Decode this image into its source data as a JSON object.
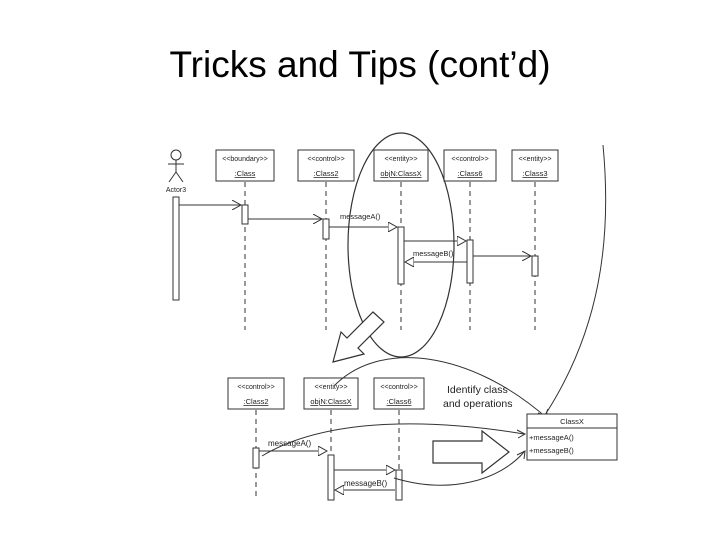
{
  "slide": {
    "title": "Tricks and Tips (cont’d)"
  },
  "upper": {
    "actor": {
      "name": "Actor3"
    },
    "lifelines": [
      {
        "stereotype": "<<boundary>>",
        "name": ":Class"
      },
      {
        "stereotype": "<<control>>",
        "name": ":Class2"
      },
      {
        "stereotype": "<<entity>>",
        "name": "objN:ClassX"
      },
      {
        "stereotype": "<<control>>",
        "name": ":Class6"
      },
      {
        "stereotype": "<<entity>>",
        "name": ":Class3"
      }
    ],
    "messages": [
      "messageA()",
      "messageB()"
    ]
  },
  "lower": {
    "lifelines": [
      {
        "stereotype": "<<control>>",
        "name": ":Class2"
      },
      {
        "stereotype": "<<entity>>",
        "name": "objN:ClassX"
      },
      {
        "stereotype": "<<control>>",
        "name": ":Class6"
      }
    ],
    "messages": [
      "messageA()",
      "messageB()"
    ]
  },
  "annotation": {
    "line1": "Identify class",
    "line2": "and operations"
  },
  "class_box": {
    "name": "ClassX",
    "operations": [
      "+messageA()",
      "+messageB()"
    ]
  }
}
